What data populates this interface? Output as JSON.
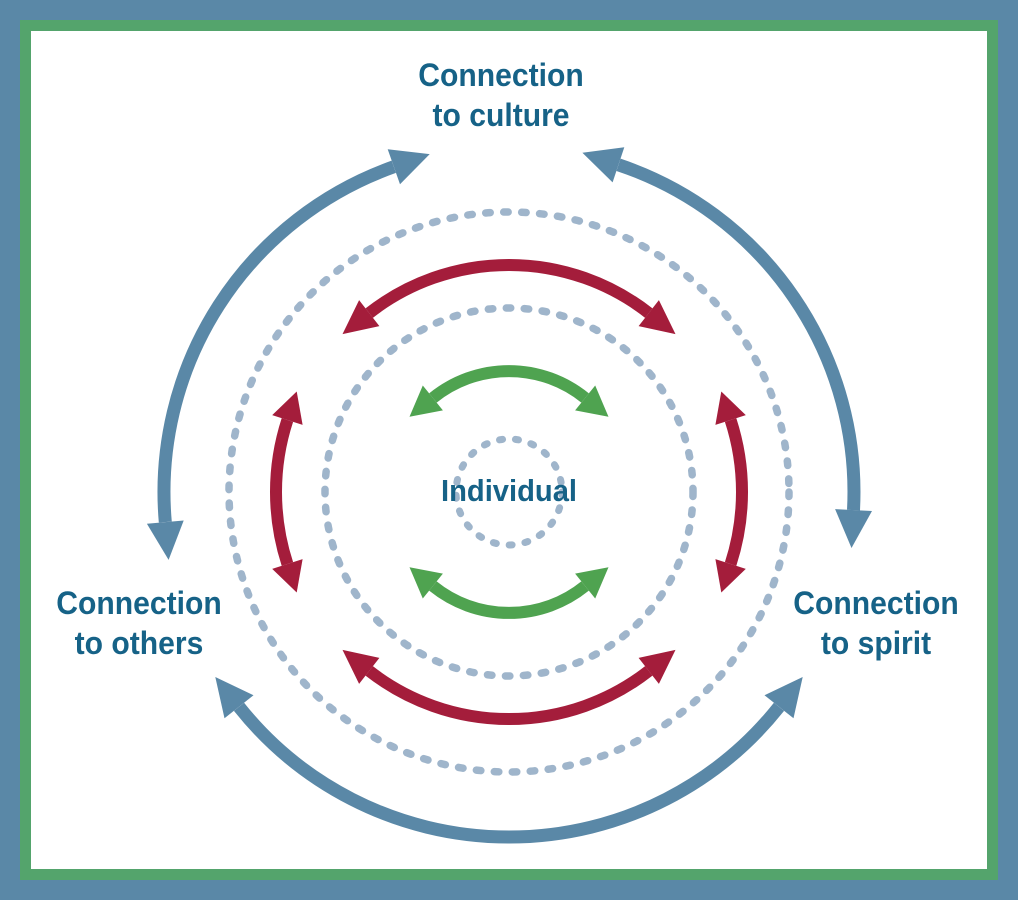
{
  "diagram": {
    "center_label": "Individual",
    "labels": {
      "culture": {
        "line1": "Connection",
        "line2": "to culture"
      },
      "others": {
        "line1": "Connection",
        "line2": "to others"
      },
      "spirit": {
        "line1": "Connection",
        "line2": "to spirit"
      }
    }
  },
  "colors": {
    "border_blue": "#5A88A7",
    "border_green": "#54A46C",
    "arrow_blue": "#5A88A7",
    "arrow_red": "#A41D3B",
    "arrow_green": "#4FA350",
    "dotted_circle": "#9FB5CB",
    "label_text": "#166287",
    "background": "#FFFFFF"
  }
}
